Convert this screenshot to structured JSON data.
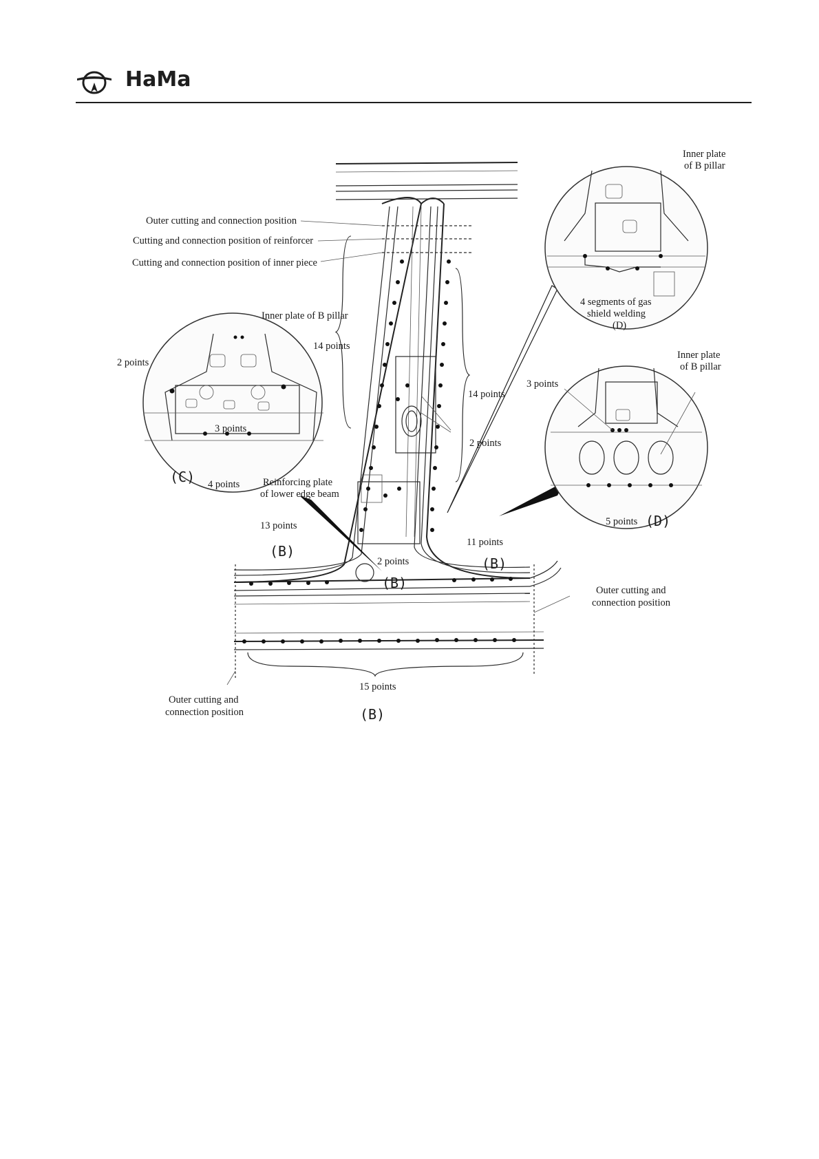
{
  "brand": {
    "logo_text": "HaMa"
  },
  "figure": {
    "labels": {
      "outer_cut_top": "Outer cutting and connection position",
      "reinforcer_cut": "Cutting and connection position of reinforcer",
      "inner_piece_cut": "Cutting and connection position of inner piece",
      "inner_plate_b_pillar_c": "Inner plate of B pillar",
      "two_points_c": "2 points",
      "three_points_c": "3 points",
      "four_points_c": "4 points",
      "detail_c": "(C)",
      "fourteen_points_left": "14 points",
      "fourteen_points_right": "14 points",
      "two_points_center": "2 points",
      "reinforcing_plate_1": "Reinforcing plate",
      "reinforcing_plate_2": "of lower edge beam",
      "thirteen_points": "13 points",
      "detail_b_left": "(B)",
      "two_points_lower": "2 points",
      "detail_b_center": "(B)",
      "eleven_points": "11 points",
      "detail_b_right": "(B)",
      "outer_cut_right_1": "Outer cutting and",
      "outer_cut_right_2": "connection position",
      "fifteen_points": "15 points",
      "detail_b_bottom": "(B)",
      "outer_cut_left_1": "Outer cutting and",
      "outer_cut_left_2": "connection position",
      "inner_plate_top_1": "Inner plate",
      "inner_plate_top_2": "of B pillar",
      "gas_weld_1": "4 segments of gas",
      "gas_weld_2": "shield welding",
      "gas_weld_3": "(D)",
      "inner_plate_mid_1": "Inner plate",
      "inner_plate_mid_2": "of B pillar",
      "three_points_d": "3 points",
      "five_points_d": "5 points",
      "detail_d": "(D)"
    }
  }
}
